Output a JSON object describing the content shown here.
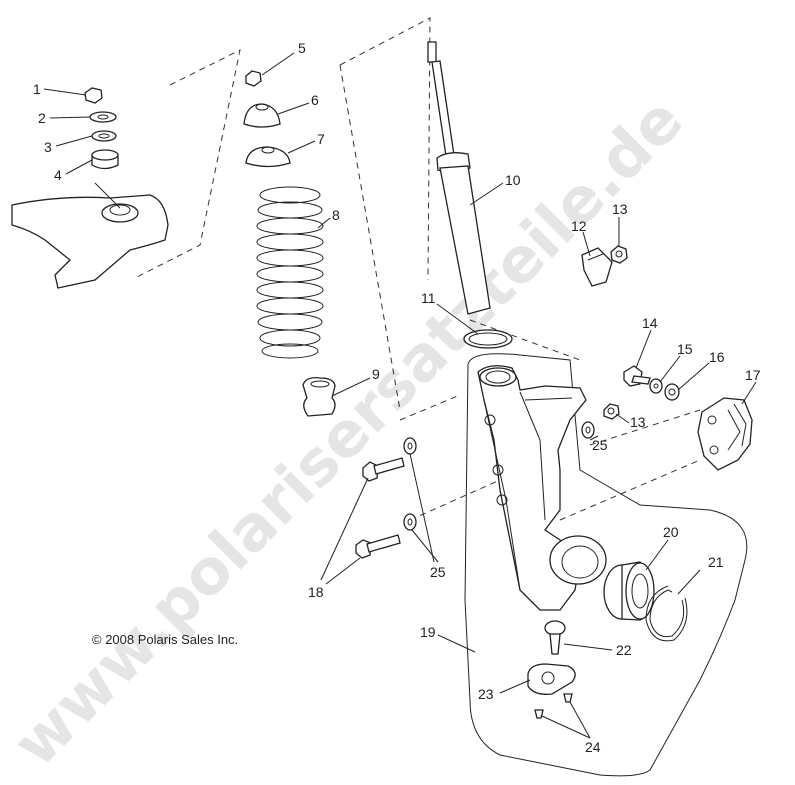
{
  "diagram": {
    "copyright": "© 2008 Polaris Sales Inc.",
    "watermark": "www.polarisersatzteile.de",
    "callouts": {
      "c1": "1",
      "c2": "2",
      "c3": "3",
      "c4": "4",
      "c5": "5",
      "c6": "6",
      "c7": "7",
      "c8": "8",
      "c9": "9",
      "c10": "10",
      "c11": "11",
      "c12": "12",
      "c13a": "13",
      "c13b": "13",
      "c14": "14",
      "c15": "15",
      "c16": "16",
      "c17": "17",
      "c18": "18",
      "c19": "19",
      "c20": "20",
      "c21": "21",
      "c22": "22",
      "c23": "23",
      "c24": "24",
      "c25a": "25",
      "c25b": "25"
    }
  }
}
